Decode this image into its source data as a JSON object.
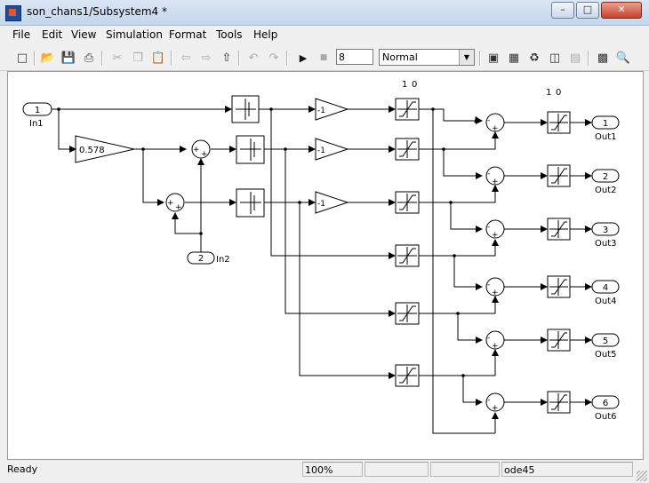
{
  "window": {
    "title": "son_chans1/Subsystem4 *",
    "minimize": "–",
    "maximize": "□",
    "close": "✕"
  },
  "menu": [
    "File",
    "Edit",
    "View",
    "Simulation",
    "Format",
    "Tools",
    "Help"
  ],
  "toolbar": {
    "stop_time": "8",
    "sim_mode": "Normal",
    "buttons": [
      "new-icon",
      "open-icon",
      "save-icon",
      "print-icon",
      "cut-icon",
      "copy-icon",
      "paste-icon",
      "back-icon",
      "forward-icon",
      "up-icon",
      "undo-icon",
      "redo-icon",
      "run-icon",
      "stop-icon"
    ]
  },
  "diagram": {
    "inports": [
      {
        "num": "1",
        "label": "In1"
      },
      {
        "num": "2",
        "label": "In2"
      }
    ],
    "gain_main": "0.578",
    "gain_small": "-1",
    "signs": {
      "plus": "+",
      "minus": "-"
    },
    "tick_labels": [
      "1",
      "0"
    ],
    "outports": [
      {
        "num": "1",
        "label": "Out1"
      },
      {
        "num": "2",
        "label": "Out2"
      },
      {
        "num": "3",
        "label": "Out3"
      },
      {
        "num": "4",
        "label": "Out4"
      },
      {
        "num": "5",
        "label": "Out5"
      },
      {
        "num": "6",
        "label": "Out6"
      }
    ]
  },
  "status": {
    "ready": "Ready",
    "zoom": "100%",
    "solver": "ode45"
  }
}
